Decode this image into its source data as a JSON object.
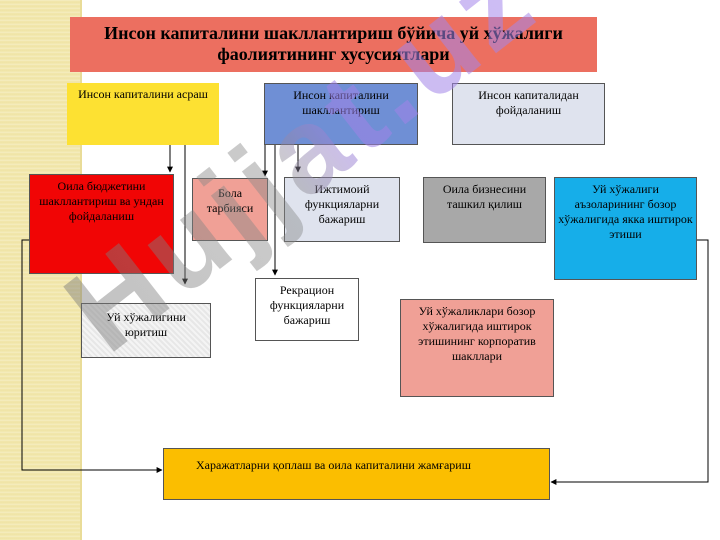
{
  "title": "Инсон капиталини шакллантириш бўйича уй хўжалиги фаолиятининг хусусиятлари",
  "watermark": "Hujjat.uz",
  "boxes": {
    "asrash": "Инсон капиталини асраш",
    "shakllantirish": "Инсон капиталини шакллантириш",
    "foydalanish": "Инсон капиталидан фойдаланиш",
    "oila_budjeti": "Оила бюджетини шакллантириш ва ундан фойдаланиш",
    "bola": "Бола тарбияси",
    "ijtimoiy": "Ижтимоий функцияларни бажариш",
    "biznes": "Оила бизнесини ташкил қилиш",
    "azolar": "Уй хўжалиги аъзоларининг бозор хўжалигида якка иштирок этиши",
    "rekreatsion": "Рекрацион функцияларни бажариш",
    "yuritish": "Уй хўжалигини юритиш",
    "korporativ": "Уй хўжаликлари бозор хўжалигида иштирок этишининг корпоратив шакллари",
    "xarajatlar": "Харажатларни қоплаш ва оила капиталини жамғариш"
  }
}
